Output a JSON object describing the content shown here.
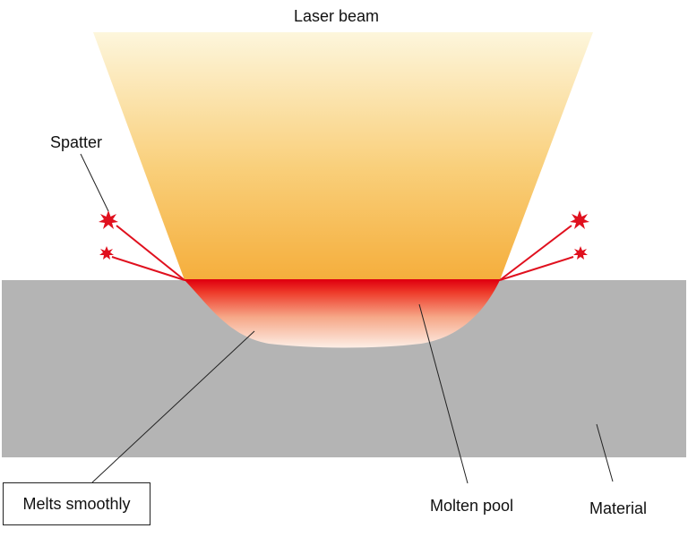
{
  "labels": {
    "laser_beam": "Laser beam",
    "spatter": "Spatter",
    "melts_smoothly": "Melts smoothly",
    "molten_pool": "Molten pool",
    "material": "Material"
  },
  "colors": {
    "beam_top": "#fdf6dc",
    "beam_bottom": "#f5ae3c",
    "pool_hot": "#e00010",
    "pool_edge": "#fde8de",
    "material": "#b4b4b4",
    "spatter": "#e0101e",
    "leader_line": "#222222"
  }
}
